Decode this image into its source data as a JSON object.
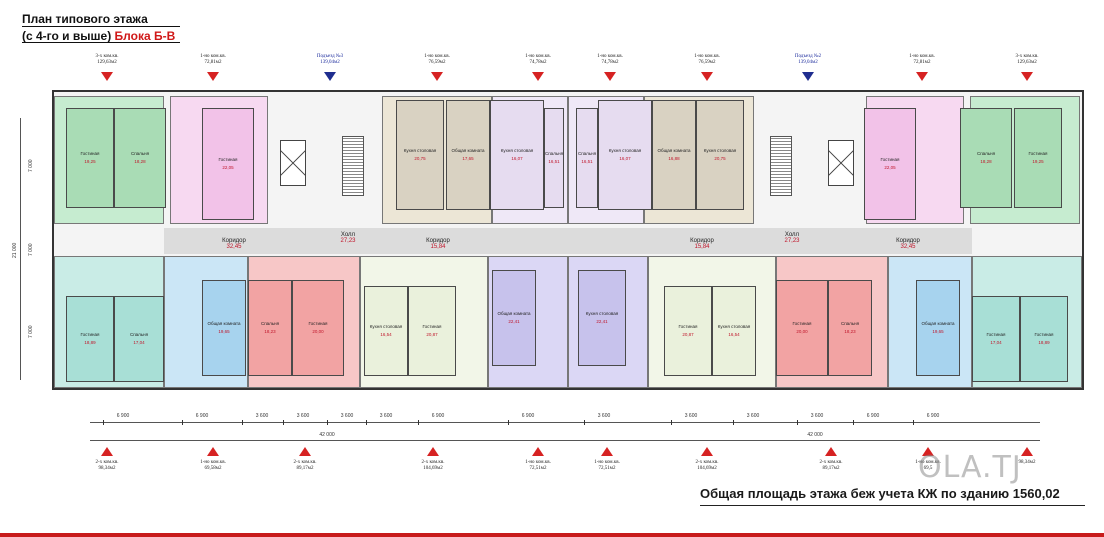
{
  "title": {
    "line1": "План типового этажа",
    "line2_prefix": "(с 4-го и выше) ",
    "line2_red": "Блока Б-В"
  },
  "top_labels": [
    {
      "name": "3-х ком.кв.",
      "area": "129,63м2",
      "kind": "apt"
    },
    {
      "name": "1-но ком.кв.",
      "area": "72,81м2",
      "kind": "apt"
    },
    {
      "name": "Подъезд №3",
      "area": "139,04м2",
      "kind": "entrance"
    },
    {
      "name": "1-но ком.кв.",
      "area": "76,59м2",
      "kind": "apt"
    },
    {
      "name": "1-но ком.кв.",
      "area": "74,78м2",
      "kind": "apt"
    },
    {
      "name": "1-но ком.кв.",
      "area": "74,78м2",
      "kind": "apt"
    },
    {
      "name": "1-но ком.кв.",
      "area": "76,59м2",
      "kind": "apt"
    },
    {
      "name": "Подъезд №2",
      "area": "139,04м2",
      "kind": "entrance"
    },
    {
      "name": "1-но ком.кв.",
      "area": "72,81м2",
      "kind": "apt"
    },
    {
      "name": "3-х ком.кв.",
      "area": "129,63м2",
      "kind": "apt"
    }
  ],
  "bottom_labels": [
    {
      "name": "2-х ком.кв.",
      "area": "98,34м2"
    },
    {
      "name": "1-но ком.кв.",
      "area": "69,58м2"
    },
    {
      "name": "2-х ком.кв.",
      "area": "89,17м2"
    },
    {
      "name": "2-х ком.кв.",
      "area": "104,69м2"
    },
    {
      "name": "1-но ком.кв.",
      "area": "72,51м2"
    },
    {
      "name": "1-но ком.кв.",
      "area": "72,51м2"
    },
    {
      "name": "2-х ком.кв.",
      "area": "104,69м2"
    },
    {
      "name": "2-х ком.кв.",
      "area": "89,17м2"
    },
    {
      "name": "1-но ком.кв.",
      "area": "69,5"
    },
    {
      "name": "",
      "area": "98,34м2"
    }
  ],
  "corridor": {
    "left_label": "Коридор",
    "left_area": "32,45",
    "hall_label": "Холл",
    "hall_area": "27,23",
    "mid_label": "Коридор",
    "mid_area": "15,84",
    "right_mid_label": "Коридор",
    "right_mid_area": "15,84",
    "right_hall_label": "Холл",
    "right_hall_area": "27,23",
    "right_label": "Коридор",
    "right_area": "32,45"
  },
  "rooms_top": [
    {
      "name": "Гостиная",
      "area": "19,25",
      "color": "#a9dcb5"
    },
    {
      "name": "Спальня",
      "area": "18,28",
      "color": "#a9dcb5"
    },
    {
      "name": "Гостиная",
      "area": "22,05",
      "color": "#f2c2e8"
    },
    {
      "name": "Кухня столовая",
      "area": "20,75",
      "color": "#d9d2c2"
    },
    {
      "name": "Общая комната",
      "area": "17,65",
      "color": "#d9d2c2"
    },
    {
      "name": "Кухня столовая",
      "area": "16,07",
      "color": "#e6dcf0"
    },
    {
      "name": "Спальня",
      "area": "16,51",
      "color": "#e6dcf0"
    },
    {
      "name": "Спальня",
      "area": "16,51",
      "color": "#e6dcf0"
    },
    {
      "name": "Кухня столовая",
      "area": "16,07",
      "color": "#e6dcf0"
    },
    {
      "name": "Общая комната",
      "area": "16,88",
      "color": "#d9d2c2"
    },
    {
      "name": "Кухня столовая",
      "area": "20,75",
      "color": "#d9d2c2"
    },
    {
      "name": "Гостиная",
      "area": "22,05",
      "color": "#f2c2e8"
    },
    {
      "name": "Спальня",
      "area": "18,28",
      "color": "#a9dcb5"
    },
    {
      "name": "Гостиная",
      "area": "19,25",
      "color": "#a9dcb5"
    }
  ],
  "rooms_bottom": [
    {
      "name": "Гостиная",
      "area": "18,89",
      "color": "#a8dfd6"
    },
    {
      "name": "Спальня",
      "area": "17,04",
      "color": "#a8dfd6"
    },
    {
      "name": "Общая комната",
      "area": "19,65",
      "color": "#a7d3ee"
    },
    {
      "name": "Спальня",
      "area": "18,23",
      "color": "#f2a3a3"
    },
    {
      "name": "Гостиная",
      "area": "20,00",
      "color": "#f2a3a3"
    },
    {
      "name": "Кухня столовая",
      "area": "16,54",
      "color": "#eaf1dc"
    },
    {
      "name": "Гостиная",
      "area": "20,87",
      "color": "#eaf1dc"
    },
    {
      "name": "Общая комната",
      "area": "22,41",
      "color": "#c7c2ec"
    },
    {
      "name": "Кухня столовая",
      "area": "22,41",
      "color": "#c7c2ec"
    },
    {
      "name": "Гостиная",
      "area": "20,87",
      "color": "#eaf1dc"
    },
    {
      "name": "Кухня столовая",
      "area": "16,54",
      "color": "#eaf1dc"
    },
    {
      "name": "Гостиная",
      "area": "20,00",
      "color": "#f2a3a3"
    },
    {
      "name": "Спальня",
      "area": "18,23",
      "color": "#f2a3a3"
    },
    {
      "name": "Общая комната",
      "area": "19,65",
      "color": "#a7d3ee"
    },
    {
      "name": "Гостиная",
      "area": "17,04",
      "color": "#a8dfd6"
    },
    {
      "name": "Гостиная",
      "area": "18,89",
      "color": "#a8dfd6"
    }
  ],
  "dimensions_bottom": [
    "6 900",
    "6 900",
    "3 600",
    "3 600",
    "3 600",
    "3 600",
    "6 900",
    "6 900",
    "3 600",
    "3 600",
    "3 600",
    "3 600",
    "6 900",
    "6 900"
  ],
  "dimension_totals": [
    "42 000",
    "42 000"
  ],
  "dimensions_side": [
    "7 000",
    "7 000",
    "7 000",
    "21 000"
  ],
  "total_text": "Общая площадь этажа беж учета КЖ по зданию 1560,02",
  "watermark": "OLA.TJ",
  "colors": {
    "accent_red": "#d62222",
    "entrance_blue": "#1f2d8f",
    "corridor": "#dcdcdc"
  }
}
